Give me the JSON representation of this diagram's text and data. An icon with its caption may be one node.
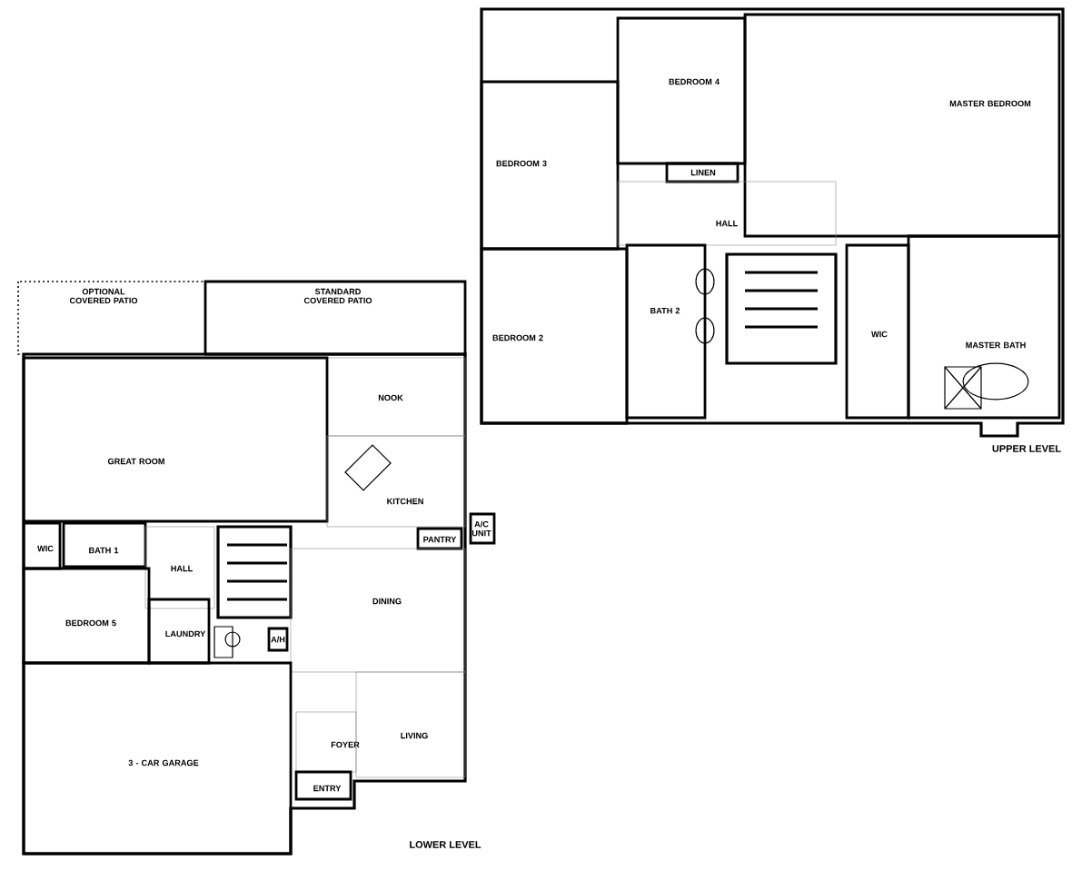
{
  "diagram": {
    "nodes": [
      {
        "text": [
          "BEDROOM 4"
        ]
      },
      {
        "text": [
          "MASTER BEDROOM"
        ]
      },
      {
        "text": [
          "BEDROOM 3"
        ]
      },
      {
        "text": [
          "LINEN"
        ]
      },
      {
        "text": [
          "HALL"
        ]
      },
      {
        "text": [
          "BEDROOM 2"
        ]
      },
      {
        "text": [
          "BATH 2"
        ]
      },
      {
        "text": [
          "WIC"
        ]
      },
      {
        "text": [
          "MASTER BATH"
        ]
      },
      {
        "text": [
          "OPTIONAL COVERED PATIO"
        ]
      },
      {
        "text": [
          "STANDARD COVERED PATIO"
        ]
      },
      {
        "text": [
          "NOOK"
        ]
      },
      {
        "text": [
          "GREAT ROOM"
        ]
      },
      {
        "text": [
          "KITCHEN"
        ]
      },
      {
        "text": [
          "A/C UNIT"
        ]
      },
      {
        "text": [
          "PANTRY"
        ]
      },
      {
        "text": [
          "WIC"
        ]
      },
      {
        "text": [
          "BATH 1"
        ]
      },
      {
        "text": [
          "HALL"
        ]
      },
      {
        "text": [
          "DINING"
        ]
      },
      {
        "text": [
          "BEDROOM 5"
        ]
      },
      {
        "text": [
          "LAUNDRY"
        ]
      },
      {
        "text": [
          "A/H"
        ]
      },
      {
        "text": [
          "FOYER"
        ]
      },
      {
        "text": [
          "LIVING"
        ]
      },
      {
        "text": [
          "3 - CAR GARAGE"
        ]
      },
      {
        "text": [
          "ENTRY"
        ]
      }
    ],
    "labels": [
      "UPPER LEVEL",
      "LOWER LEVEL"
    ]
  }
}
